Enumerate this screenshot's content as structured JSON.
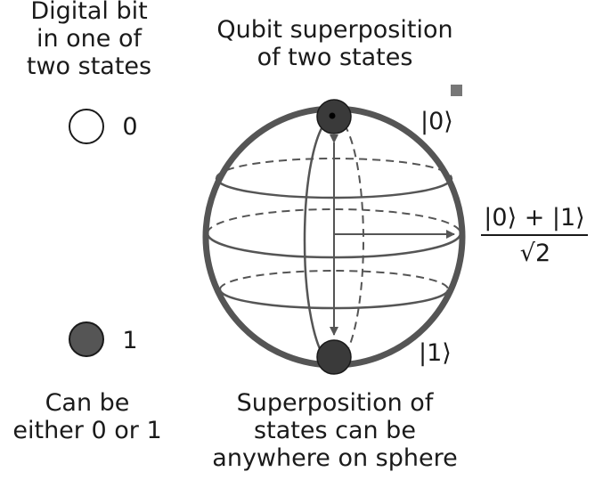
{
  "left": {
    "heading_lines": [
      "Digital bit",
      "in one of",
      "two states"
    ],
    "state_zero_label": "0",
    "state_one_label": "1",
    "caption_lines": [
      "Can be",
      "either 0 or 1"
    ]
  },
  "right": {
    "heading_lines": [
      "Qubit superposition",
      "of two states"
    ],
    "ket_zero": "|0⟩",
    "ket_one": "|1⟩",
    "superposition_numerator": "|0⟩ + |1⟩",
    "superposition_denominator": "√2",
    "caption_lines": [
      "Superposition of",
      "states can be",
      "anywhere on sphere"
    ]
  },
  "colors": {
    "ink": "#1a1a1a",
    "sphere_stroke": "#555555",
    "bit_one_fill": "#555555",
    "pole_fill": "#3a3a3a",
    "marker_fill": "#777777"
  }
}
